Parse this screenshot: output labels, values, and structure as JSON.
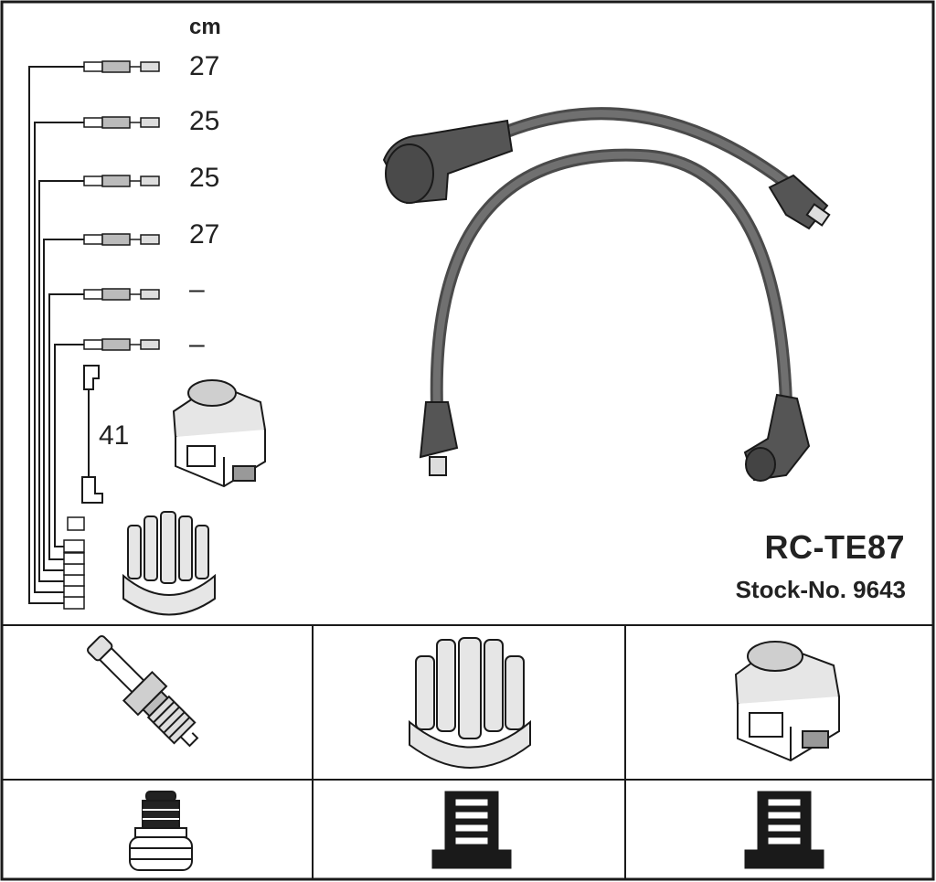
{
  "header": {
    "unit_label": "cm",
    "part_number": "RC-TE87",
    "stock_label": "Stock-No. 9643"
  },
  "leads": [
    {
      "length": "27"
    },
    {
      "length": "25"
    },
    {
      "length": "25"
    },
    {
      "length": "27"
    },
    {
      "length": "–"
    },
    {
      "length": "–"
    }
  ],
  "coil_lead": {
    "length": "41"
  },
  "colors": {
    "line": "#1a1a1a",
    "cable": "#555555",
    "cable_dark": "#3a3a3a",
    "part_fill": "#d9d9d9",
    "background": "#ffffff"
  },
  "components": {
    "row1": [
      "spark-plug-icon",
      "distributor-cap-icon",
      "ignition-coil-icon"
    ],
    "row2": [
      "spark-plug-terminal-icon",
      "distributor-terminal-icon",
      "coil-terminal-icon"
    ]
  }
}
